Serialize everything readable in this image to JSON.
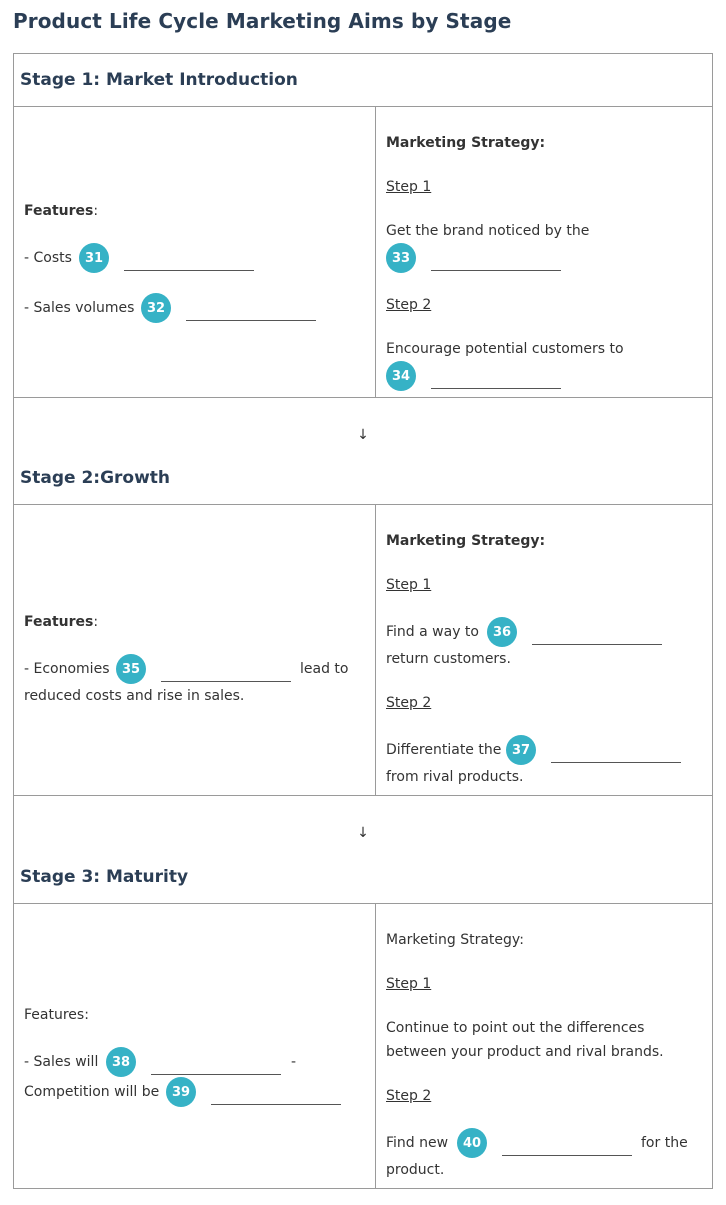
{
  "title": "Product Life Cycle Marketing Aims by Stage",
  "accent_color": "#36b2c6",
  "arrow": "↓",
  "stage1": {
    "heading": "Stage 1: Market Introduction",
    "features_label": "Features",
    "colon": ":",
    "costs_label": "- Costs",
    "costs_num": "31",
    "sales_label": "- Sales volumes",
    "sales_num": "32",
    "strategy_label": "Marketing Strategy:",
    "step1": "Step 1",
    "step1_text": "Get the brand noticed by the",
    "num33": "33",
    "step2": "Step 2",
    "step2_text": "Encourage potential customers to",
    "num34": "34"
  },
  "stage2": {
    "heading": "Stage 2:Growth",
    "features_label": "Features",
    "colon": ":",
    "economies_label": "- Economies",
    "num35": "35",
    "lead_to": "lead to",
    "reduced": "reduced costs and rise in sales.",
    "strategy_label": "Marketing Strategy:",
    "step1": "Step 1",
    "find_way": "Find a way to",
    "num36": "36",
    "return_customers": "return customers.",
    "step2": "Step 2",
    "differentiate": "Differentiate the",
    "num37": "37",
    "from_rival": "from rival products."
  },
  "stage3": {
    "heading": "Stage 3: Maturity",
    "features_label": "Features:",
    "sales_will": "- Sales will",
    "num38": "38",
    "dash": "-",
    "competition": "Competition will be",
    "num39": "39",
    "strategy_label": "Marketing Strategy:",
    "step1": "Step 1",
    "continue1": "Continue to point out the differences",
    "continue2": "between your product and rival brands.",
    "step2": "Step 2",
    "find_new": "Find new",
    "num40": "40",
    "for_the": "for the",
    "product": "product."
  }
}
